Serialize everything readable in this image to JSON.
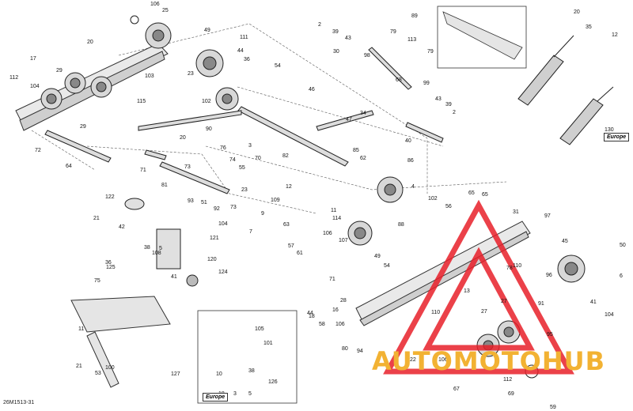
{
  "diagram_code": "26M1513-31",
  "region_badges": [
    "Europe",
    "Europe"
  ],
  "watermark": {
    "text": "AUTOMOTOHUB",
    "color_primary": "#f2b233",
    "color_dark": "#3a3a3a",
    "triangle_color": "#e8202a"
  },
  "callouts": [
    "106",
    "25",
    "2",
    "39",
    "79",
    "89",
    "20",
    "35",
    "12",
    "20",
    "43",
    "113",
    "103",
    "49",
    "111",
    "30",
    "98",
    "79",
    "44",
    "36",
    "17",
    "29",
    "23",
    "54",
    "68",
    "46",
    "99",
    "112",
    "104",
    "102",
    "115",
    "43",
    "39",
    "34",
    "2",
    "72",
    "29",
    "90",
    "47",
    "40",
    "130",
    "20",
    "64",
    "76",
    "3",
    "85",
    "62",
    "86",
    "70",
    "71",
    "82",
    "73",
    "81",
    "74",
    "55",
    "109",
    "12",
    "4",
    "102",
    "56",
    "23",
    "93",
    "51",
    "92",
    "73",
    "104",
    "7",
    "9",
    "63",
    "106",
    "11",
    "114",
    "88",
    "122",
    "65",
    "97",
    "21",
    "42",
    "49",
    "54",
    "78",
    "121",
    "38",
    "5",
    "125",
    "120",
    "36",
    "124",
    "41",
    "57",
    "61",
    "107",
    "71",
    "75",
    "65",
    "31",
    "18",
    "28",
    "58",
    "16",
    "110",
    "45",
    "50",
    "80",
    "13",
    "110",
    "53",
    "21",
    "100",
    "11",
    "27",
    "27",
    "95",
    "96",
    "91",
    "10",
    "105",
    "101",
    "126",
    "38",
    "127",
    "41",
    "6",
    "104",
    "94",
    "22",
    "106",
    "67",
    "112",
    "69",
    "59",
    "44",
    "106",
    "108",
    "18",
    "3",
    "5"
  ]
}
